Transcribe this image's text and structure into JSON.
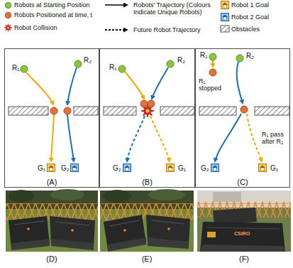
{
  "diagram": {
    "nodes": [
      {
        "text": [
          "R₁",
          "R₂",
          "G₁",
          "G₂",
          "(A)"
        ]
      },
      {
        "text": [
          "R₁",
          "R₂",
          "G₂",
          "G₁",
          "(B)"
        ]
      },
      {
        "text": [
          "R₁",
          "R₂",
          "R₁ stopped",
          "R₁ pass after R₂",
          "G₂",
          "G₁",
          "(C)"
        ]
      },
      {
        "text": [
          "(D)"
        ]
      },
      {
        "text": [
          "(E)"
        ]
      },
      {
        "text": [
          "CSIRO",
          "(F)"
        ]
      }
    ],
    "legend": [
      {
        "text": "Robots at Starting Position",
        "color": "#8cc63f"
      },
      {
        "text": "Robots Positioned at time, t",
        "color": "#e4703a"
      },
      {
        "text": "Robot Collision"
      },
      {
        "text": "Robots' Trajectory (Colours Indicate Unique Robots)"
      },
      {
        "text": "Future Robot Trajectory"
      },
      {
        "text": "Robot 1 Goal"
      },
      {
        "text": "Robot 2 Goal"
      },
      {
        "text": "Obstacles"
      }
    ]
  }
}
